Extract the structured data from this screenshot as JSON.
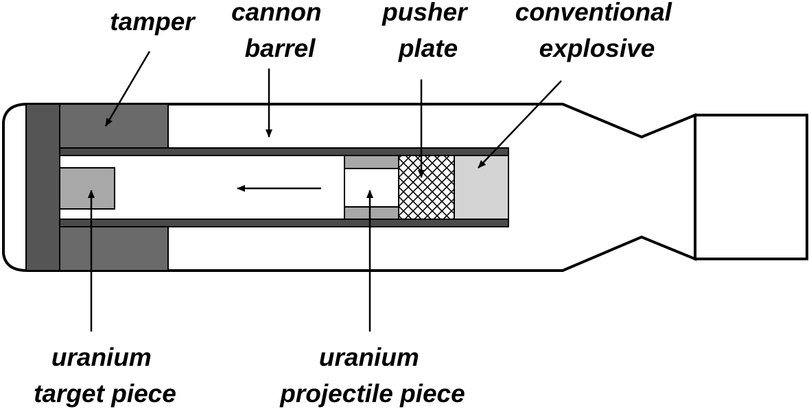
{
  "labels": {
    "tamper": [
      "tamper"
    ],
    "cannon_barrel": [
      "cannon",
      "barrel"
    ],
    "pusher_plate": [
      "pusher",
      "plate"
    ],
    "conventional_explosive": [
      "conventional",
      "explosive"
    ],
    "uranium_target_piece": [
      "uranium",
      "target piece"
    ],
    "uranium_projectile_piece": [
      "uranium",
      "projectile piece"
    ]
  },
  "colors": {
    "outline": "#000000",
    "tamper_fill": "#6a6a6a",
    "barrel_fill": "#4a4a4a",
    "uranium_fill": "#a8a8a8",
    "explosive_fill": "#d4d4d4",
    "background": "#ffffff"
  }
}
